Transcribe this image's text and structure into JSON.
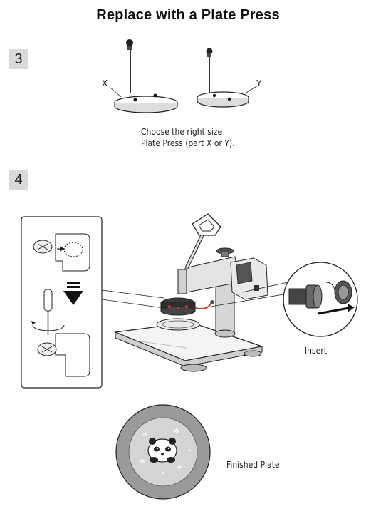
{
  "title": "Replace with a Plate Press",
  "steps": {
    "step3": {
      "number": "3",
      "label_x": "X",
      "label_y": "Y",
      "caption_line1": "Choose the right size",
      "caption_line2": "Plate Press (part X or Y)."
    },
    "step4": {
      "number": "4",
      "insert_label": "Insert"
    }
  },
  "result": {
    "label": "Finished Plate"
  },
  "colors": {
    "step_box": "#d9d9d9",
    "plate_outer": "#9a9a9a",
    "plate_inner": "#d4d4d4",
    "accent_red": "#c0392b"
  }
}
